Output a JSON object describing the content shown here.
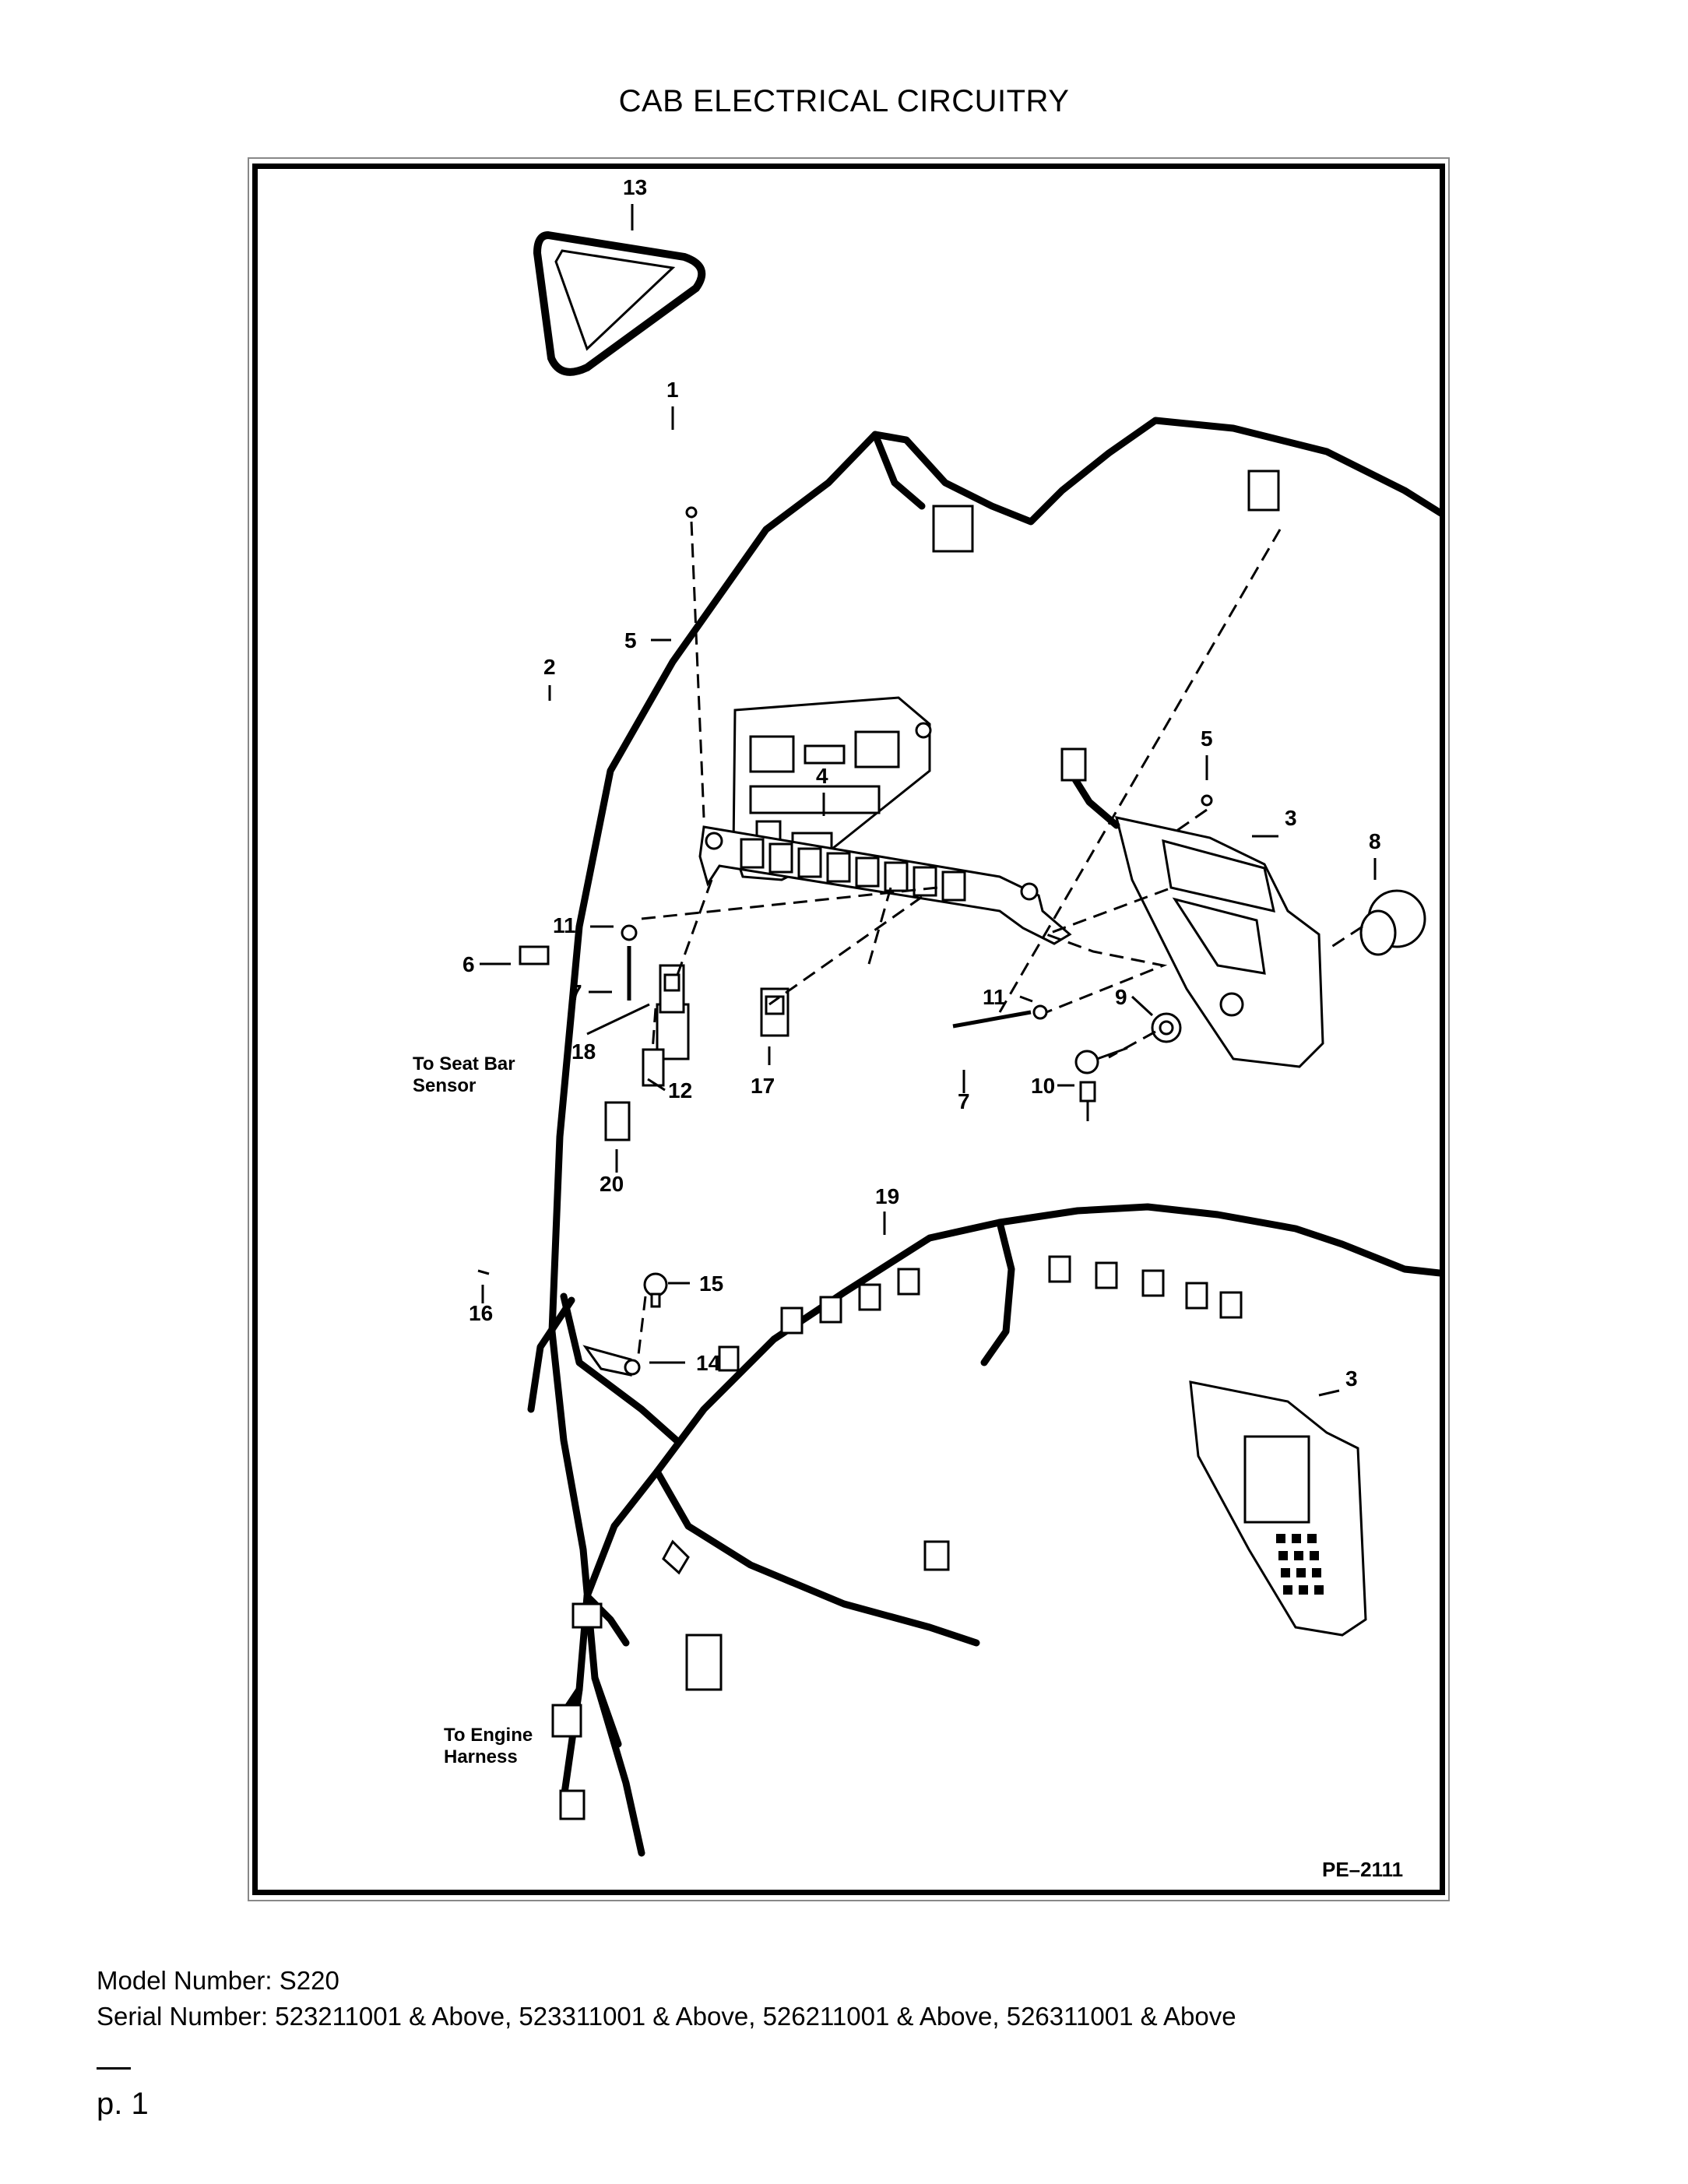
{
  "title": "CAB ELECTRICAL CIRCUITRY",
  "diagram": {
    "figure_id": "PE–2111",
    "notes": {
      "seat_bar": [
        "To Seat Bar",
        "Sensor"
      ],
      "engine": [
        "To Engine",
        "Harness"
      ]
    },
    "callouts": {
      "c13a": "13",
      "c13b": "13",
      "c1": "1",
      "c5a": "5",
      "c2": "2",
      "c5b": "5",
      "c4": "4",
      "c3a": "3",
      "c8": "8",
      "c11a": "11",
      "c6": "6",
      "c7a": "7",
      "c11b": "11",
      "c9": "9",
      "c18": "18",
      "c12": "12",
      "c17": "17",
      "c7b": "7",
      "c10": "10",
      "c20": "20",
      "c19": "19",
      "c15": "15",
      "c16": "16",
      "c14": "14",
      "c3b": "3"
    }
  },
  "footer": {
    "model_line": "Model Number: S220",
    "serial_line": "Serial Number: 523211001 & Above, 523311001 & Above, 526211001 & Above, 526311001 & Above"
  },
  "page_number": "p. 1"
}
